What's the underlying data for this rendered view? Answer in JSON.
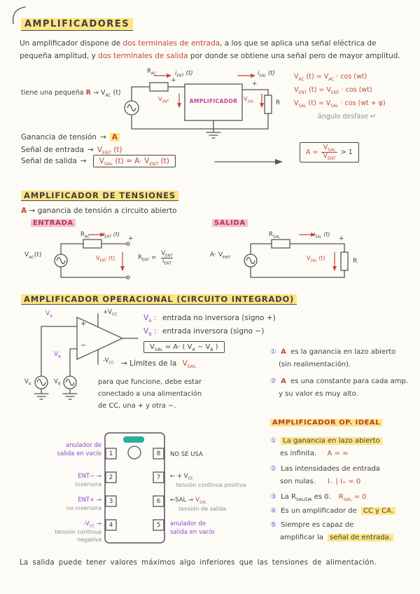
{
  "colors": {
    "paper": "#fcfbf6",
    "ink": "#3f3f42",
    "line": "#55555a",
    "red": "#c2483a",
    "magenta": "#c73ba4",
    "purple": "#8a4bc9",
    "blue": "#5a60c8",
    "gray": "#8e8e91",
    "teal": "#27b19b",
    "hl-yellow": "#ffe584",
    "hl-pink": "#f6bdd1"
  },
  "title": "AMPLIFICADORES",
  "intro": {
    "s1": "Un amplificador dispone de ",
    "r1": "dos terminales de entrada",
    "s2": ", a los que se aplica una señal eléctrica de pequeña amplitud, y ",
    "r2": "dos terminales de salida",
    "s3": " por donde se obtiene una señal pero de mayor amplitud."
  },
  "d1": {
    "note1": "tiene una pequeña ",
    "note_r": "R",
    "note2": " → ",
    "vac_label": "V|AC| (t)",
    "rac": "R|AC|",
    "ient": "i|ENT| (t)",
    "isal": "i|SAL| (t)",
    "plus_in": "+",
    "plus_out": "+",
    "vent": "V|ENT|",
    "vsal": "V|SAL|",
    "amp": "AMPLIFICADOR",
    "r_load": "R",
    "eq1": "V|AC| (t) = V|AC| · cos (wt)",
    "eq2": "V|ENT| (t) = V|ENT| · cos (wt)",
    "eq3": "V|SAL| (t) = V|SAL| · cos (wt + φ)",
    "eq_note": "ángulo desfase ↵"
  },
  "gain": {
    "g1": "Ganancia de tensión",
    "arr": "→",
    "g1v": "A",
    "g2": "Señal de entrada",
    "g2v": "V|ENT| (t)",
    "g3": "Señal de salida",
    "g3box": "V|SAL| (t) = A· V|ENT| (t)",
    "a_lhs": "A =",
    "a_num": "V|SAL|",
    "a_den": "V|ENT|",
    "a_rhs": "> 1"
  },
  "sec2": {
    "title": "AMPLIFICADOR DE TENSIONES",
    "a": "A",
    "a_rest": " →  ganancia de tensión a circuito abierto",
    "in_tag": "ENTRADA",
    "out_tag": "SALIDA",
    "vac": "V|AC|(t)",
    "rac": "R|AC|",
    "ient": "i|ENT| (t)",
    "plus_in": "+",
    "vent": "V|ENT| (t)",
    "rent": "R|ENT| =",
    "rent_num": "V|ENT|",
    "rent_den": "i|ENT|",
    "avent": "A· V|ENT|",
    "rsal": "R|SAL|",
    "isal": "i|SAL| (t)",
    "plus_out": "+",
    "vsal": "V|SAL| (t)",
    "r_load": "R"
  },
  "sec3": {
    "title": "AMPLIFICADOR OPERACIONAL (CIRCUITO INTEGRADO)",
    "plus": "+",
    "minus": "−",
    "va_pin": "V|A|",
    "vb_pin": "V|B|",
    "vcc_p": "+V|CC|",
    "vcc_n": "-V|CC|",
    "va_src": "V|A|",
    "vb_src": "V|B|",
    "va_def_k": "V|A| :",
    "va_def": "entrada no inversora  (signo +)",
    "vb_def_k": "V|B| :",
    "vb_def": "entrada inversora (signo −)",
    "formula": "V|SAL| = A· ( V|A| − V|B| )",
    "lim1": "→  Límites de la",
    "lim2": "V|SAL|",
    "note1": "para que funcione, debe estar",
    "note2": "conectado a una alimentación",
    "note3": "de CC, una + y otra −.",
    "n1": "①",
    "n1_a": "A",
    "n1_t": "es la ganancia en lazo abierto",
    "n1_t2": "(sin realimentación).",
    "n2": "②",
    "n2_a": "A",
    "n2_t": "es una constante para cada amp.",
    "n2_t2": "y su valor es muy alto."
  },
  "ideal": {
    "title": "AMPLIFICADOR OP. IDEAL",
    "i1n": "①",
    "i1a": "La ganancia en lazo abierto",
    "i1b": "es infinita.",
    "i1r": "A = ∞",
    "i2n": "②",
    "i2a": "Las intensidades de entrada",
    "i2b": "son nulas.",
    "i2r": "I₋ | I₊ = 0",
    "i3n": "③",
    "i3a": "La R|SALIDA| es 0.",
    "i3r": "R|SAL| = 0",
    "i4n": "④",
    "i4a": "Es un amplificador de",
    "i4b": "CC y CA.",
    "i5n": "⑤",
    "i5a": "Siempre es capaz de",
    "i5b": "amplificar la",
    "i5c": "señal de entrada."
  },
  "chip": {
    "p1": "1",
    "p2": "2",
    "p3": "3",
    "p4": "4",
    "p5": "5",
    "p6": "6",
    "p7": "7",
    "p8": "8",
    "l1a": "anulador de",
    "l1b": "salida en vacío",
    "l2a": "ENT− →",
    "l2b": "inversora",
    "l3a": "ENT+ →",
    "l3b": "no inversora",
    "l4a": "-V|CC| →",
    "l4b": "tensión continua",
    "l4c": "negativa",
    "r8": "NO SE USA",
    "r7a": "← + V|CC|",
    "r7b": "tensión continua positiva",
    "r6a": "←SAL →",
    "r6r": "V|SAL|",
    "r6b": "tensión de salida",
    "r5a": "anulador de",
    "r5b": "salida en vacío"
  },
  "footer": "La salida puede tener valores máximos algo inferiores que las tensiones de alimentación."
}
